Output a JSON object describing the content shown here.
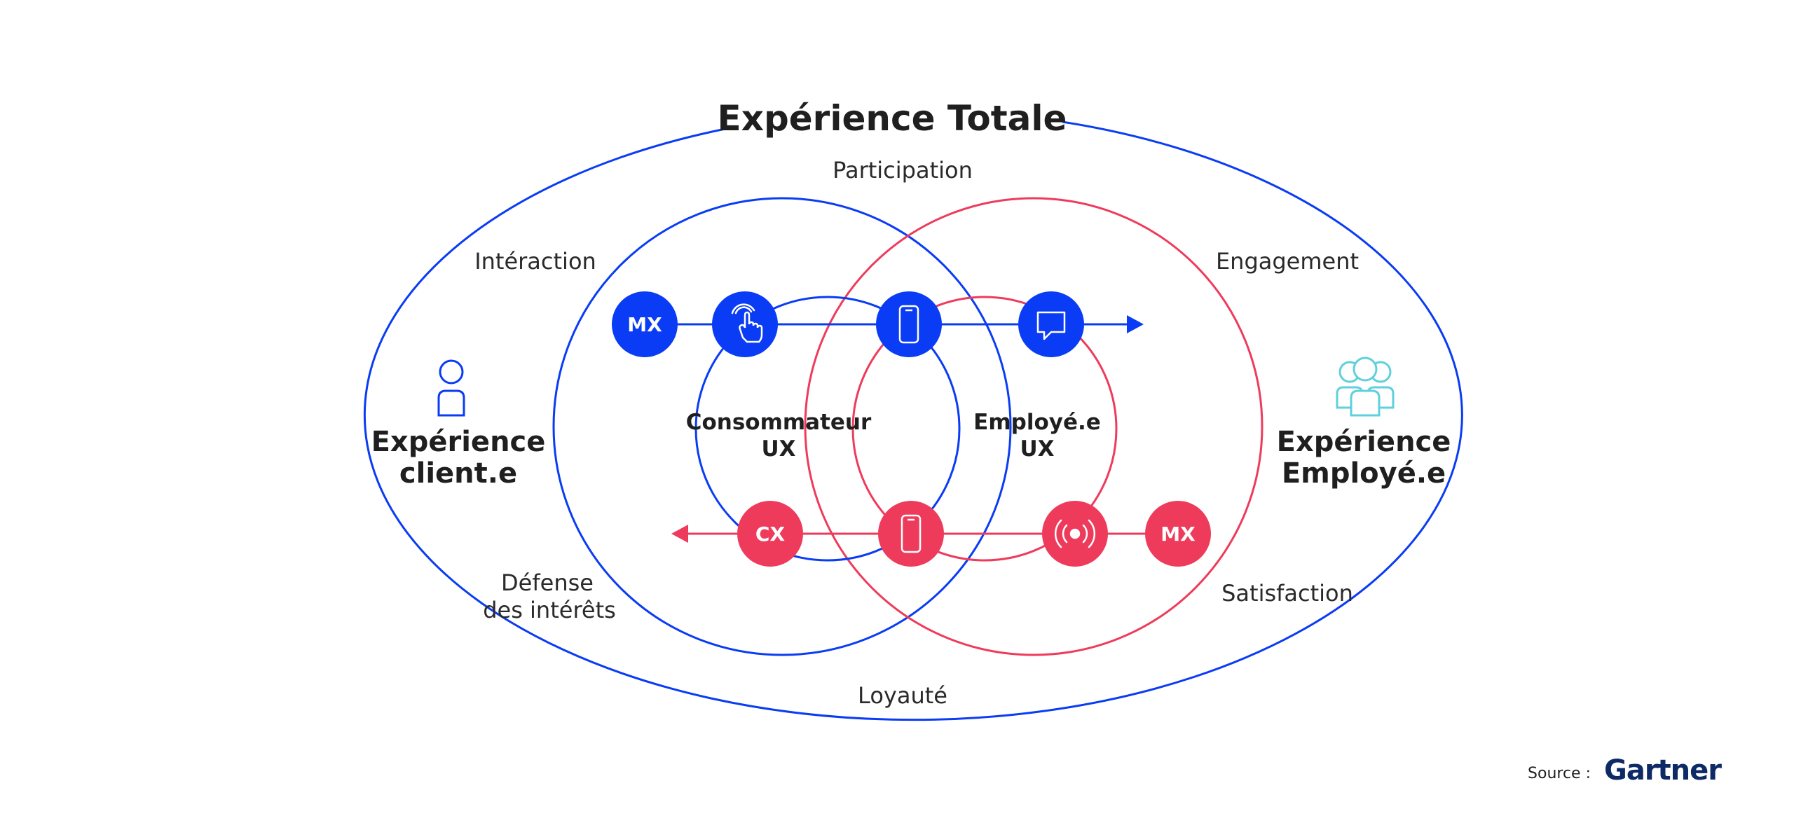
{
  "title": "Expérience Totale",
  "outer_labels": {
    "participation": "Participation",
    "interaction": "Intéraction",
    "engagement": "Engagement",
    "defense_line1": "Défense",
    "defense_line2": "des intérêts",
    "satisfaction": "Satisfaction",
    "loyalty": "Loyauté"
  },
  "customer_experience": {
    "line1": "Expérience",
    "line2": "client.e",
    "icon": "person-icon"
  },
  "employee_experience": {
    "line1": "Expérience",
    "line2": "Employé.e",
    "icon": "group-icon"
  },
  "consumer_ux": {
    "line1": "Consommateur",
    "line2": "UX"
  },
  "employee_ux": {
    "line1": "Employé.e",
    "line2": "UX"
  },
  "nodes": {
    "top_mx": "MX",
    "bottom_cx": "CX",
    "bottom_mx": "MX"
  },
  "source": {
    "label": "Source :",
    "brand": "Gartner"
  },
  "colors": {
    "blue": "#0a3cf5",
    "red": "#ef3b5b",
    "cyan": "#5fd0dc",
    "text": "#1f1f1f"
  }
}
